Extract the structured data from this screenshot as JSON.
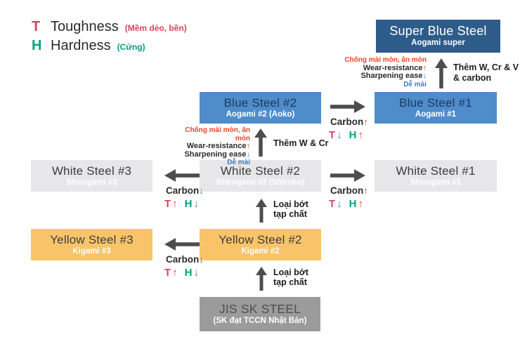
{
  "legend": {
    "toughness_symbol": "T",
    "toughness_label": "Toughness",
    "toughness_note": "(Mềm dẻo, bền)",
    "hardness_symbol": "H",
    "hardness_label": "Hardness",
    "hardness_note": "(Cứng)"
  },
  "boxes": {
    "super_blue": {
      "title": "Super Blue Steel",
      "subtitle": "Aogami super"
    },
    "blue2": {
      "title": "Blue Steel #2",
      "subtitle": "Aogami #2 (Aoko)"
    },
    "blue1": {
      "title": "Blue Steel #1",
      "subtitle": "Aogami #1"
    },
    "white3": {
      "title": "White Steel #3",
      "subtitle": "Shirogami #3"
    },
    "white2": {
      "title": "White Steel #2",
      "subtitle": "Shirogami #2 (Shiroko)"
    },
    "white1": {
      "title": "White Steel #1",
      "subtitle": "Shirogami #1"
    },
    "yellow3": {
      "title": "Yellow Steel #3",
      "subtitle": "Kigami #3"
    },
    "yellow2": {
      "title": "Yellow Steel #2",
      "subtitle": "Kigami #2"
    },
    "jis": {
      "title": "JIS SK STEEL",
      "subtitle": "(SK đạt TCCN Nhật Bản)"
    }
  },
  "labels": {
    "carbon": "Carbon",
    "up": "↑",
    "down": "↓",
    "t": "T",
    "h": "H",
    "wear_line1": "Chống mài mòn, ăn mòn",
    "wear_line2": "Wear-resistance",
    "wear_line3": "Sharpening ease",
    "wear_line4": "Dễ mài",
    "add_super_1": "Thêm W, Cr & V",
    "add_super_2": "& carbon",
    "add_blue2": "Thêm W & Cr",
    "purify_1": "Loại bớt",
    "purify_2": "tạp chất"
  },
  "colors": {
    "navy": "#2e5c8a",
    "blue": "#4e8cca",
    "light_gray": "#e7e7e9",
    "yellow": "#f9c469",
    "gray": "#9b9b9b",
    "red": "#ed4227",
    "pink": "#d6455f",
    "teal": "#00a37e",
    "arrow_blue": "#3e7dc5",
    "arrow_gray": "#4d4d4d"
  }
}
